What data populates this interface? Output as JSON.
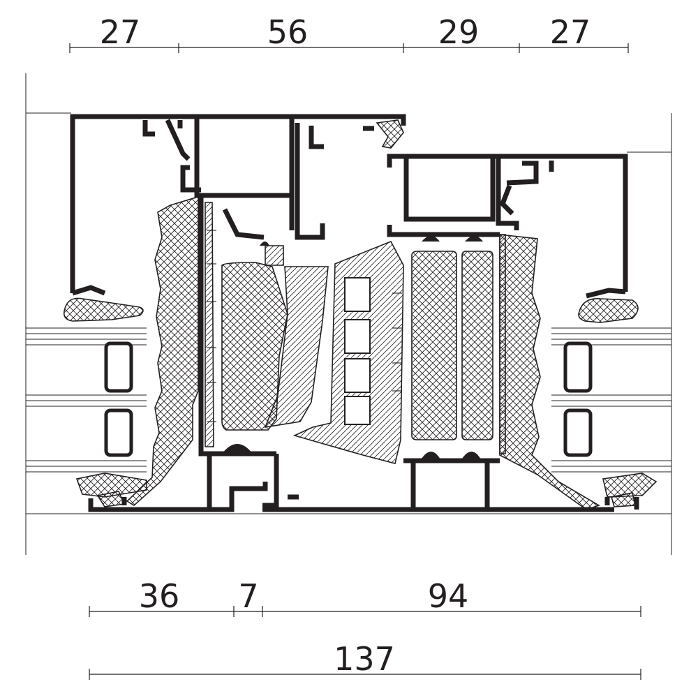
{
  "dimensions": {
    "top": [
      "27",
      "56",
      "29",
      "27"
    ],
    "bottom": [
      "36",
      "7",
      "94"
    ],
    "total": "137"
  },
  "colors": {
    "line": "#231f20",
    "background": "#ffffff"
  }
}
